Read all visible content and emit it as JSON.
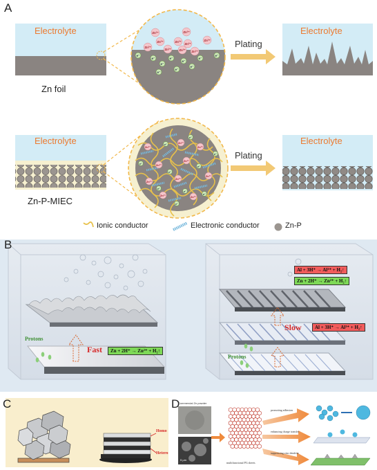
{
  "panel_a": {
    "letter": "A",
    "electrolyte_label": "Electrolyte",
    "plating_label": "Plating",
    "zn_foil_label": "Zn foil",
    "zn_p_miec_label": "Zn-P-MIEC",
    "ion_zn": "Zn²⁺",
    "electron": "e⁻",
    "legend": {
      "ionic": "Ionic conductor",
      "electronic": "Electronic conductor",
      "znp": "Zn-P"
    },
    "colors": {
      "electrolyte": "#d3ecf6",
      "foil": "#8a8481",
      "coating": "#f6f0d0",
      "arrow": "#f2c975",
      "ion_ring": "#f4c6cb",
      "ionic": "#e8c14a",
      "electronic": "#76b8dc"
    }
  },
  "panel_b": {
    "letter": "B",
    "protons_label": "Protons",
    "fast_label": "Fast",
    "slow_label": "Slow",
    "eq_zn": "Zn + 2H⁺ → Zn²⁺ + H₂↑",
    "eq_al": "Al + 3H⁺ → Al³⁺ + H₂↑",
    "colors": {
      "zn_eq_bg": "#7ed957",
      "al_eq_bg": "#f25c5c"
    }
  },
  "panel_c": {
    "letter": "C",
    "homo_label": "Homo",
    "hetero_label": "Hetero",
    "colors": {
      "bg": "#f9eecd",
      "label": "#d62828"
    }
  },
  "panel_d": {
    "letter": "D",
    "powder_label": "Commercial Zn powder",
    "scale_label": "5 μm",
    "sheets_label": "multifunctional PG sheets",
    "arrow_labels": [
      "promoting adhesion",
      "enhancing charge transfer",
      "suppressing zinc dendrite"
    ]
  }
}
